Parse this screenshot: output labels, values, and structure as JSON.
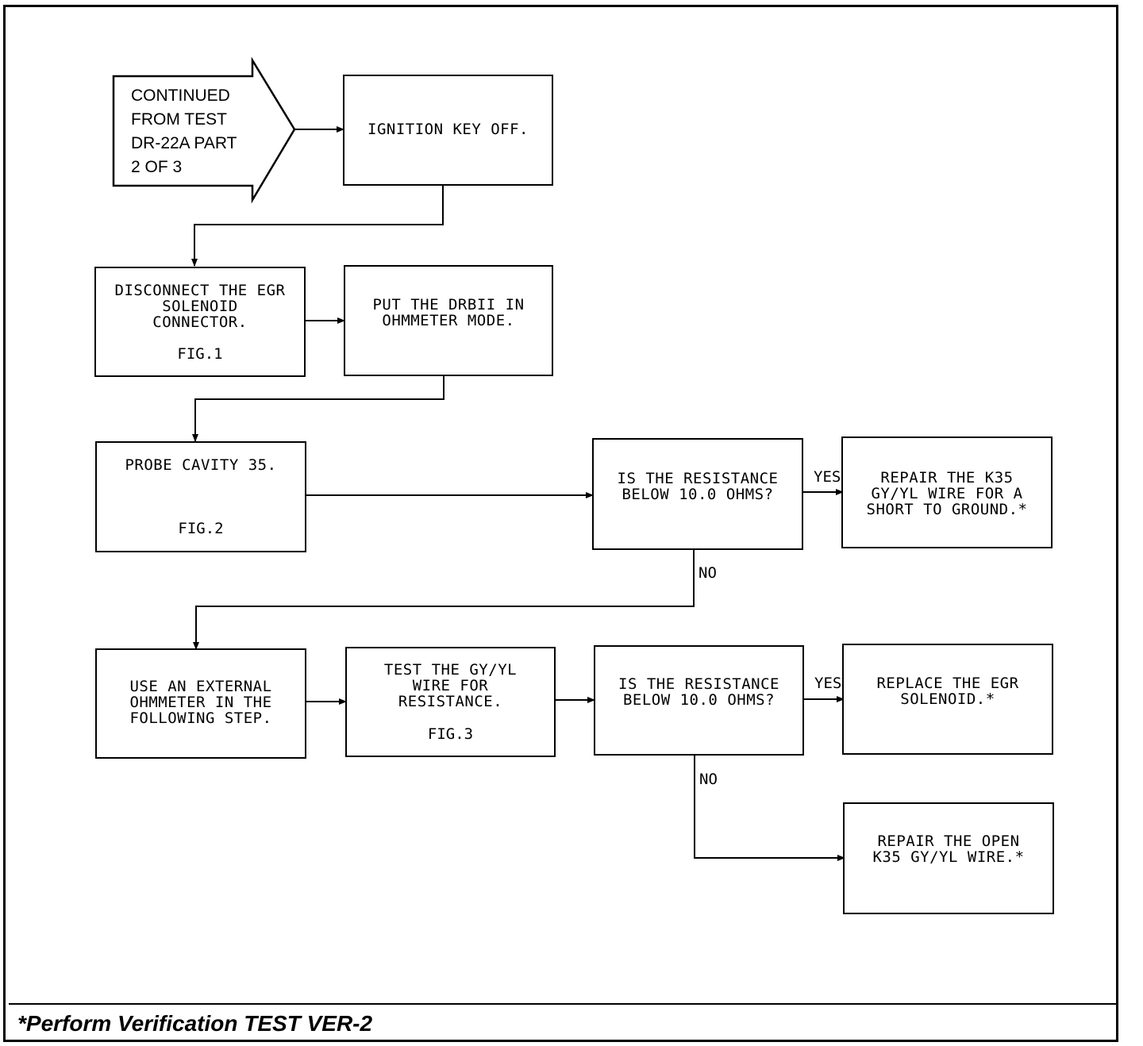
{
  "start": {
    "text": "CONTINUED\nFROM TEST\nDR-22A PART\n2 OF 3"
  },
  "steps": {
    "ignition": {
      "text": "IGNITION KEY OFF."
    },
    "disconnect": {
      "text": "DISCONNECT THE EGR\nSOLENOID\nCONNECTOR.",
      "fig": "FIG.1"
    },
    "drbii": {
      "text": "PUT THE DRBII IN\nOHMMETER MODE."
    },
    "probe": {
      "text": "PROBE CAVITY 35.",
      "fig": "FIG.2"
    },
    "question1": {
      "text": "IS THE RESISTANCE\nBELOW 10.0 OHMS?"
    },
    "repair_short": {
      "text": "REPAIR THE K35\nGY/YL WIRE FOR A\nSHORT TO GROUND.*"
    },
    "external": {
      "text": "USE AN EXTERNAL\nOHMMETER IN THE\nFOLLOWING STEP."
    },
    "test_wire": {
      "text": "TEST THE GY/YL\nWIRE FOR\nRESISTANCE.",
      "fig": "FIG.3"
    },
    "question2": {
      "text": "IS THE RESISTANCE\nBELOW 10.0 OHMS?"
    },
    "replace": {
      "text": "REPLACE THE EGR\nSOLENOID.*"
    },
    "repair_open": {
      "text": "REPAIR THE OPEN\nK35 GY/YL WIRE.*"
    }
  },
  "labels": {
    "yes1": "YES",
    "no1": "NO",
    "yes2": "YES",
    "no2": "NO"
  },
  "footer": {
    "text": "*Perform Verification TEST VER-2"
  }
}
